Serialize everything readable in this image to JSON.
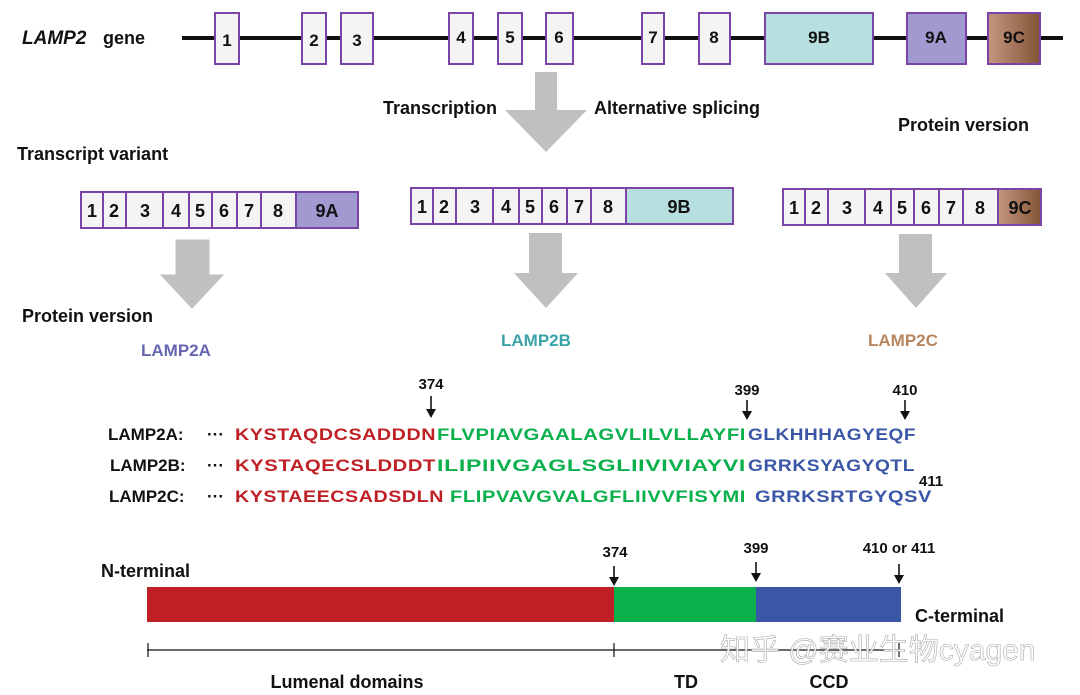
{
  "gene": {
    "name": "LAMP2",
    "suffix": "gene",
    "exons": [
      "1",
      "2",
      "3",
      "4",
      "5",
      "6",
      "7",
      "8",
      "9B",
      "9A",
      "9C"
    ]
  },
  "labels": {
    "transcription": "Transcription",
    "alternative_splicing": "Alternative splicing",
    "protein_version_top": "Protein version",
    "transcript_variant": "Transcript variant",
    "protein_version_left": "Protein version"
  },
  "transcripts": [
    {
      "exons": [
        "1",
        "2",
        "3",
        "4",
        "5",
        "6",
        "7",
        "8"
      ],
      "last": "9A"
    },
    {
      "exons": [
        "1",
        "2",
        "3",
        "4",
        "5",
        "6",
        "7",
        "8"
      ],
      "last": "9B"
    },
    {
      "exons": [
        "1",
        "2",
        "3",
        "4",
        "5",
        "6",
        "7",
        "8"
      ],
      "last": "9C"
    }
  ],
  "proteins": [
    "LAMP2A",
    "LAMP2B",
    "LAMP2C"
  ],
  "sequence_markers": {
    "p374": "374",
    "p399": "399",
    "p410": "410",
    "p411": "411"
  },
  "sequences": [
    {
      "name": "LAMP2A:",
      "dots": "···",
      "lumenal": "KYSTAQDCSADDDN",
      "td": "FLVPIAVGAALAGVLILVLLAYFI",
      "ccd": "GLKHHHAGYEQF"
    },
    {
      "name": "LAMP2B:",
      "dots": "···",
      "lumenal": "KYSTAQECSLDDDT",
      "td": "ILIPIIVGAGLSGLIIVIVIAYVI",
      "ccd": "GRRKSYAGYQTL"
    },
    {
      "name": "LAMP2C:",
      "dots": "···",
      "lumenal": "KYSTAEECSADSDLN",
      "td": "FLIPVAVGVALGFLIIVVFISYMI",
      "ccd": "GRRKSRTGYQSV"
    }
  ],
  "domain_bar": {
    "n_terminal": "N-terminal",
    "c_terminal": "C-terminal",
    "pos374": "374",
    "pos399": "399",
    "pos410": "410 or 411",
    "lumenal": "Lumenal domains",
    "td": "TD",
    "ccd": "CCD"
  },
  "watermark": "知乎 @赛业生物cyagen",
  "colors": {
    "exon_fill": "#f4f4f6",
    "exon_border": "#7b45a8",
    "exon_9b": "#b8dfe0",
    "exon_9a": "#a09ad0",
    "exon_9c_start": "#c0907a",
    "exon_9c_end": "#8a5a3e",
    "arrow": "#c0c0c0",
    "lamp2a": "#6667b0",
    "lamp2b": "#3aa3a8",
    "lamp2c": "#b88760",
    "lumenal": "#bf2025",
    "td": "#0ab04c",
    "ccd": "#3a56a6"
  }
}
